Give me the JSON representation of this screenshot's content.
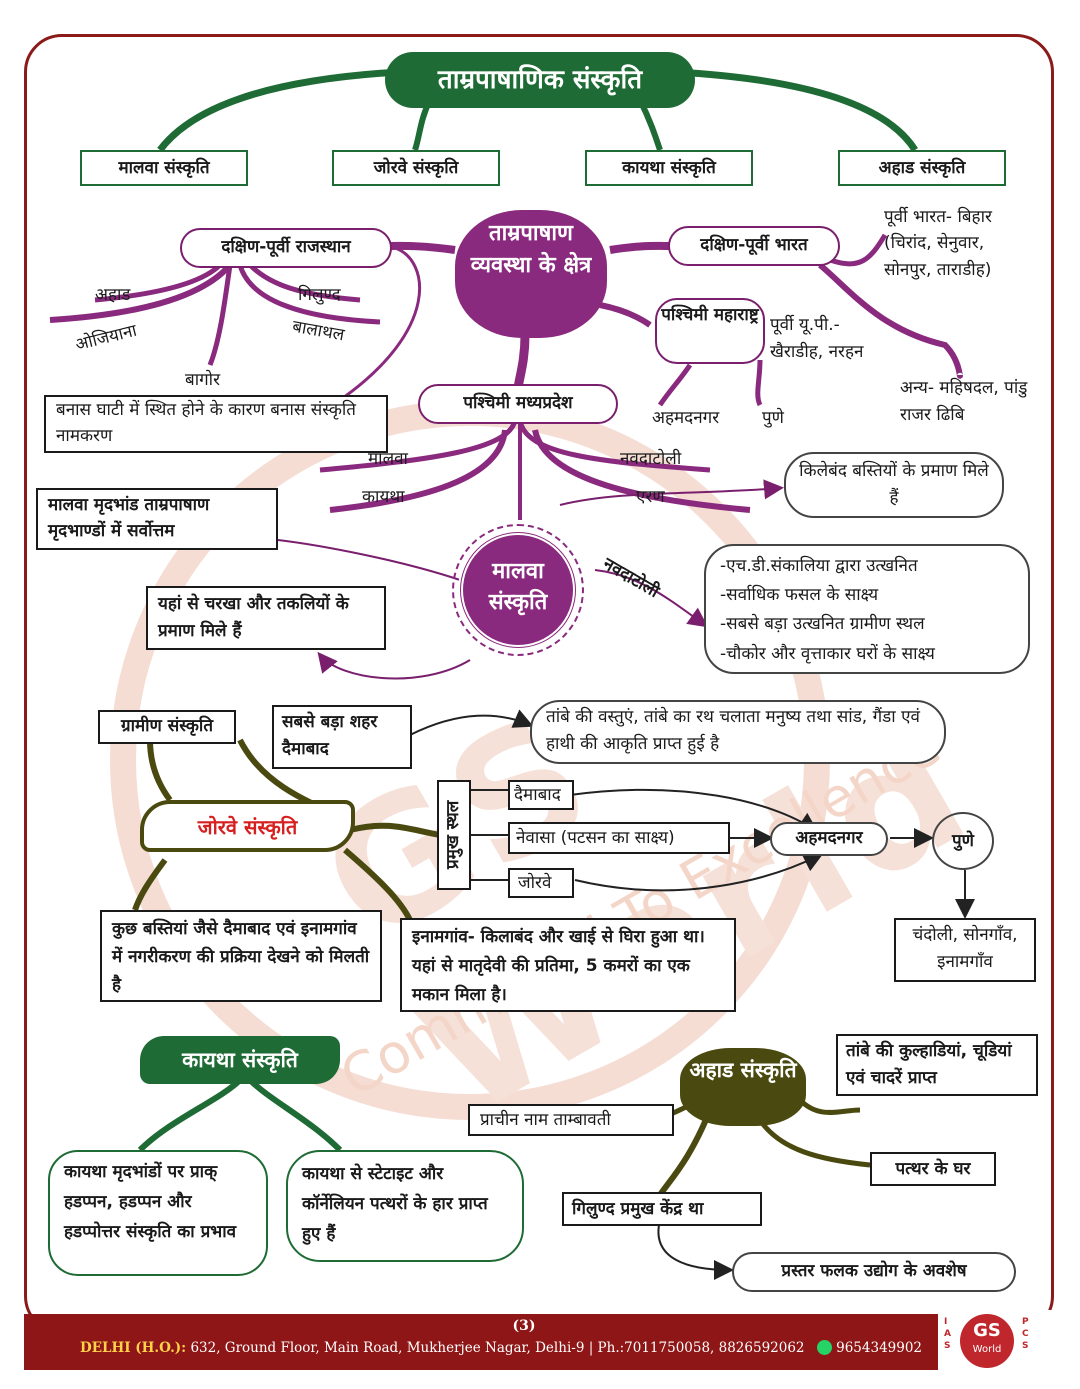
{
  "title": "ताम्रपाषाणिक संस्कृति",
  "top_branches": [
    "मालवा संस्कृति",
    "जोरवे संस्कृति",
    "कायथा संस्कृति",
    "अहाड संस्कृति"
  ],
  "kshetra": {
    "center": "ताम्रपाषाण व्यवस्था के क्षेत्र",
    "rajasthan": {
      "label": "दक्षिण-पूर्वी राजस्थान",
      "sites": [
        "अहाड",
        "गिलुण्द",
        "ओजियाना",
        "बालाथल",
        "बागोर"
      ],
      "note": "बनास घाटी में स्थित होने के कारण बनास संस्कृति नामकरण"
    },
    "bharat": {
      "label": "दक्षिण-पूर्वी भारत",
      "east": "पूर्वी भारत- बिहार (चिरांद, सेनुवार, सोनपुर, ताराडीह)",
      "up": "पूर्वी यू.पी.- खैराडीह, नरहन",
      "other": "अन्य- महिषदल, पांडु राजर ढिबि"
    },
    "maharashtra": {
      "label": "पश्चिमी महाराष्ट्र",
      "sites": [
        "अहमदनगर",
        "पुणे"
      ]
    },
    "mp": {
      "label": "पश्चिमी मध्यप्रदेश",
      "sites": [
        "मालवा",
        "नवदाटोली",
        "कायथा",
        "एरण"
      ]
    }
  },
  "malwa": {
    "center": "मालवा संस्कृति",
    "pottery": "मालवा मृदभांड ताम्रपाषाण मृदभाण्डों में सर्वोत्तम",
    "charkha": "यहां से चरखा और तकलियों के प्रमाण मिले हैं",
    "fort": "किलेबंद बस्तियों के प्रमाण मिले हैं",
    "navdatoli_label": "नवदाटोली",
    "navdatoli_points": [
      "-एच.डी.संकालिया द्वारा उत्खनित",
      "-सर्वाधिक फसल के साक्ष्य",
      "-सबसे बड़ा उत्खनित ग्रामीण स्थल",
      "-चौकोर और वृत्ताकार घरों के साक्ष्य"
    ]
  },
  "jorwe": {
    "center": "जोरवे संस्कृति",
    "rural": "ग्रामीण संस्कृति",
    "city": "सबसे बड़ा शहर दैमाबाद",
    "copper": "तांबे की वस्तुएं, तांबे का रथ चलाता मनुष्य तथा सांड, गैंडा एवं हाथी की आकृति प्राप्त हुई है",
    "sthal_label": "प्रमुख स्थल",
    "sthal": [
      "दैमाबाद",
      "नेवासा (पटसन का साक्ष्य)",
      "जोरवे"
    ],
    "ahmednagar": "अहमदनगर",
    "pune": "पुणे",
    "pune_sites": "चंदोली, सोनगाँव, इनामगाँव",
    "urban": "कुछ बस्तियां जैसे दैमाबाद एवं इनामगांव में नगरीकरण की प्रक्रिया देखने को मिलती है",
    "inamgaon": "इनामगांव- किलाबंद और खाई से घिरा हुआ था। यहां से मातृदेवी की प्रतिमा, 5 कमरों का एक मकान मिला है।"
  },
  "kayatha": {
    "center": "कायथा संस्कृति",
    "left": "कायथा मृदभांडों पर प्राक् हडप्पन, हडप्पन और हडप्पोत्तर संस्कृति का प्रभाव",
    "right": "कायथा से स्टेटाइट और कॉर्नेलियन पत्थरों के हार प्राप्त हुए हैं"
  },
  "ahad": {
    "center": "अहाड संस्कृति",
    "copper": "तांबे की कुल्हाडियां, चूडियां एवं चादरें प्राप्त",
    "old_name": "प्राचीन नाम ताम्बावती",
    "stone": "पत्थर के घर",
    "gilund": "गिलुण्द प्रमुख केंद्र था",
    "prastar": "प्रस्तर फलक उद्योग के अवशेष"
  },
  "watermark": {
    "text": "GS World",
    "tagline": "Committed To Excellence"
  },
  "footer": {
    "page": "(3)",
    "delhi": "DELHI (H.O.):",
    "address": " 632, Ground Floor, Main Road, Mukherjee Nagar, Delhi-9 | Ph.:7011750058, 8826592062",
    "whatsapp": "9654349902"
  },
  "logo": {
    "gs": "GS",
    "world": "World",
    "side_left": "IAS",
    "side_right": "PCS"
  },
  "colors": {
    "green": "#1f6b35",
    "purple": "#8a2a7e",
    "olive": "#4a4a10",
    "maroon": "#8e1616"
  }
}
